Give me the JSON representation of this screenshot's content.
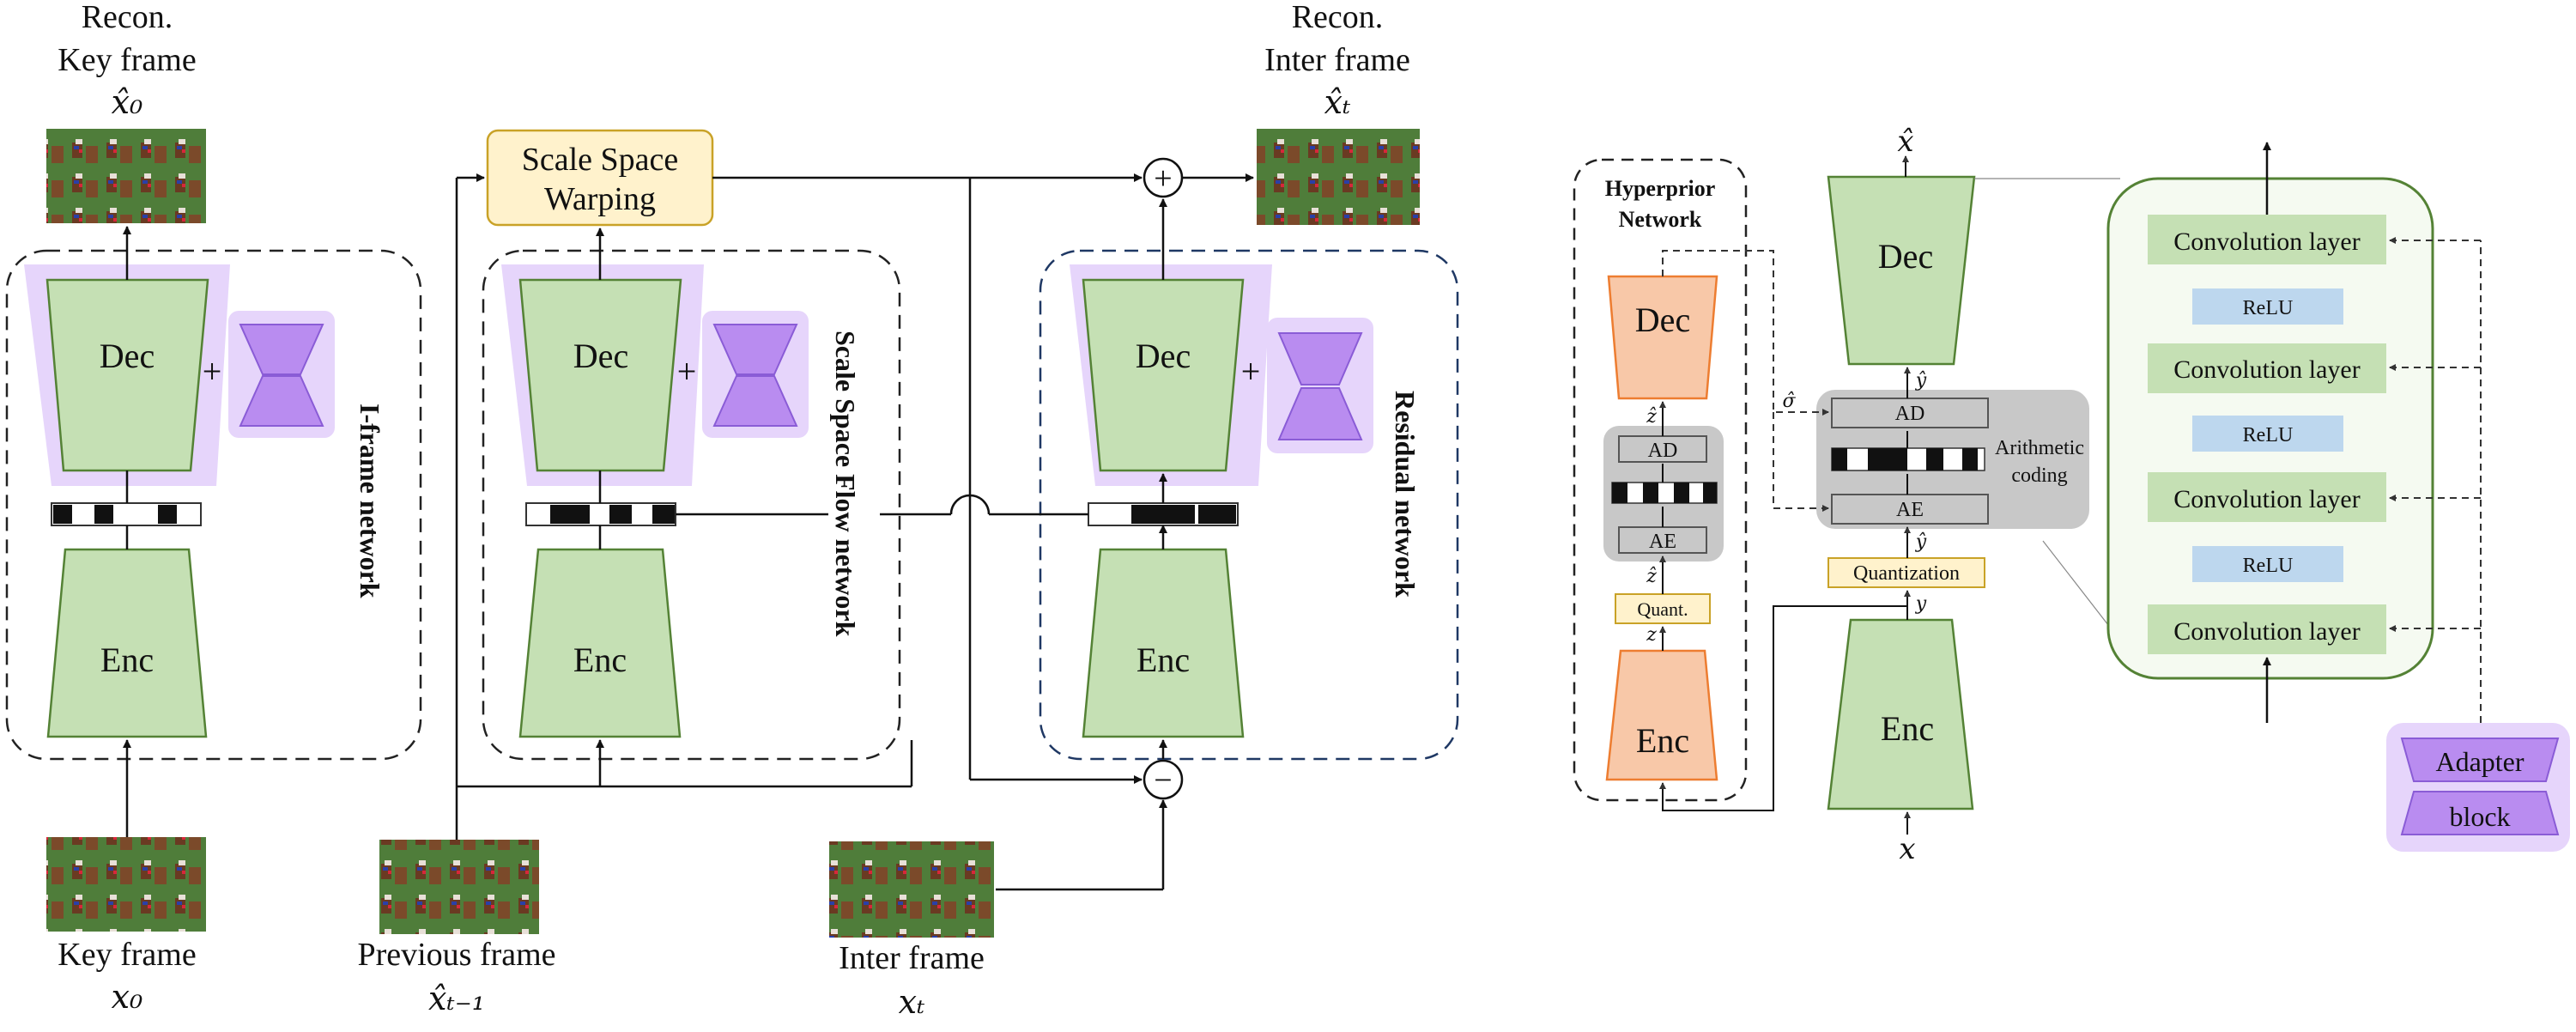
{
  "left_diagram": {
    "key_frame_recon": {
      "line1": "Recon.",
      "line2": "Key frame",
      "symbol": "x̂₀"
    },
    "inter_frame_recon": {
      "line1": "Recon.",
      "line2": "Inter frame",
      "symbol": "x̂ₜ"
    },
    "key_frame": {
      "label": "Key frame",
      "symbol": "x₀"
    },
    "previous_frame": {
      "label": "Previous frame",
      "symbol": "x̂ₜ₋₁"
    },
    "inter_frame": {
      "label": "Inter frame",
      "symbol": "xₜ"
    },
    "scale_space_warping": {
      "line1": "Scale Space",
      "line2": "Warping"
    },
    "networks": [
      {
        "name": "I-frame network",
        "dec": "Dec",
        "enc": "Enc"
      },
      {
        "name": "Scale Space Flow network",
        "dec": "Dec",
        "enc": "Enc"
      },
      {
        "name": "Residual network",
        "dec": "Dec",
        "enc": "Enc"
      }
    ],
    "plus_sign": "+",
    "add_op": "+",
    "sub_op": "−"
  },
  "right_diagram": {
    "hyperprior": {
      "title_line1": "Hyperprior",
      "title_line2": "Network",
      "dec": "Dec",
      "enc": "Enc",
      "ad": "AD",
      "ae": "AE",
      "quant": "Quant.",
      "z_hat": "ẑ",
      "z_hat_lower": "ẑ",
      "z": "z"
    },
    "main": {
      "x_hat": "x̂",
      "dec": "Dec",
      "enc": "Enc",
      "y_hat_top": "ŷ",
      "y_hat_bottom": "ŷ",
      "y": "y",
      "x": "x",
      "sigma_hat": "σ̂",
      "ad": "AD",
      "ae": "AE",
      "arithmetic_line1": "Arithmetic",
      "arithmetic_line2": "coding",
      "quantization": "Quantization"
    },
    "decoder_detail": {
      "layers": [
        "Convolution layer",
        "ReLU",
        "Convolution layer",
        "ReLU",
        "Convolution layer",
        "ReLU",
        "Convolution layer"
      ]
    },
    "adapter": {
      "line1": "Adapter",
      "line2": "block"
    }
  },
  "colors": {
    "green_fill": "#c5e0b4",
    "green_stroke": "#548235",
    "purple_fill": "#b98cf0",
    "purple_bg": "#e6d5fb",
    "orange_fill": "#f8c8a8",
    "orange_stroke": "#ed7d31",
    "yellow_fill": "#fff2cc",
    "yellow_stroke": "#c9a227",
    "blue_fill": "#bdd7ee",
    "gray_fill": "#c8c8c8",
    "dashed_navy": "#1f3864"
  }
}
